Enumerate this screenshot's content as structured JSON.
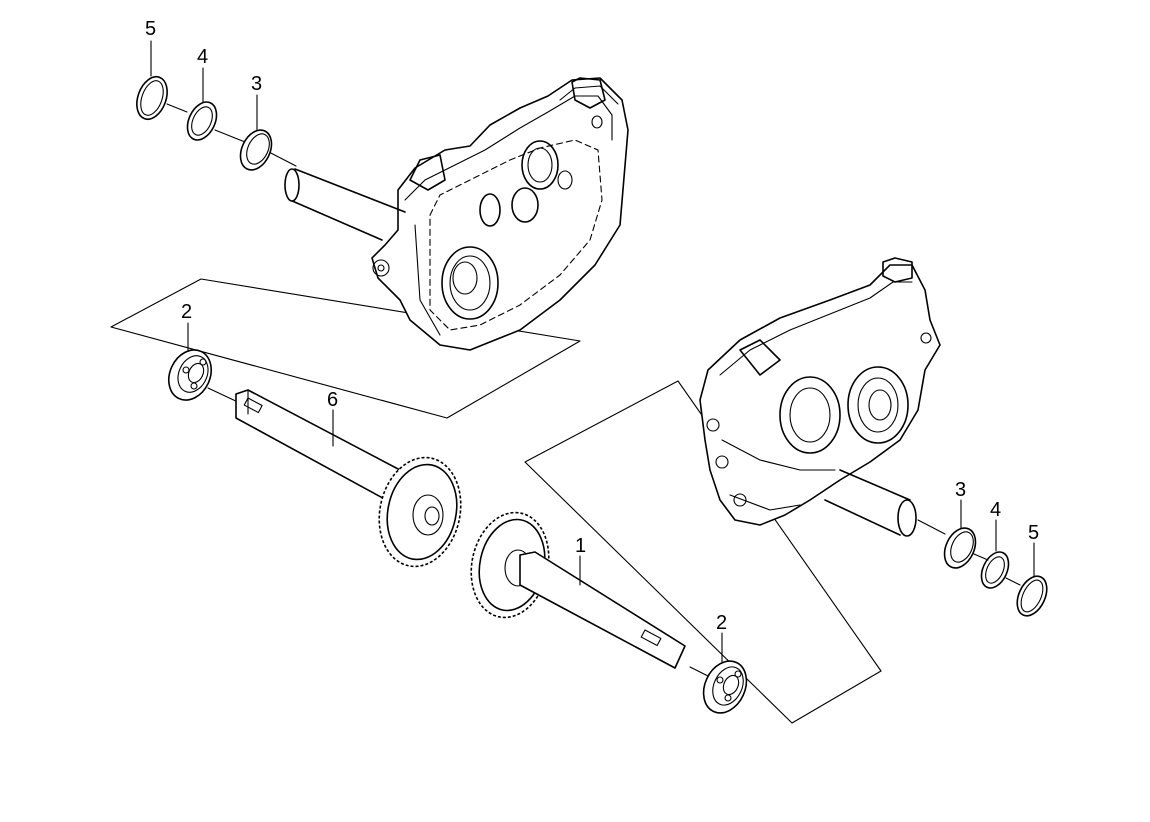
{
  "diagram": {
    "background": "#ffffff",
    "ink": "#000000",
    "callouts": [
      {
        "id": "callout-5-top",
        "text": "5"
      },
      {
        "id": "callout-4-top",
        "text": "4"
      },
      {
        "id": "callout-3-top",
        "text": "3"
      },
      {
        "id": "callout-2-left",
        "text": "2"
      },
      {
        "id": "callout-6",
        "text": "6"
      },
      {
        "id": "callout-1",
        "text": "1"
      },
      {
        "id": "callout-2-bottom",
        "text": "2"
      },
      {
        "id": "callout-3-right",
        "text": "3"
      },
      {
        "id": "callout-4-right",
        "text": "4"
      },
      {
        "id": "callout-5-right",
        "text": "5"
      }
    ]
  }
}
